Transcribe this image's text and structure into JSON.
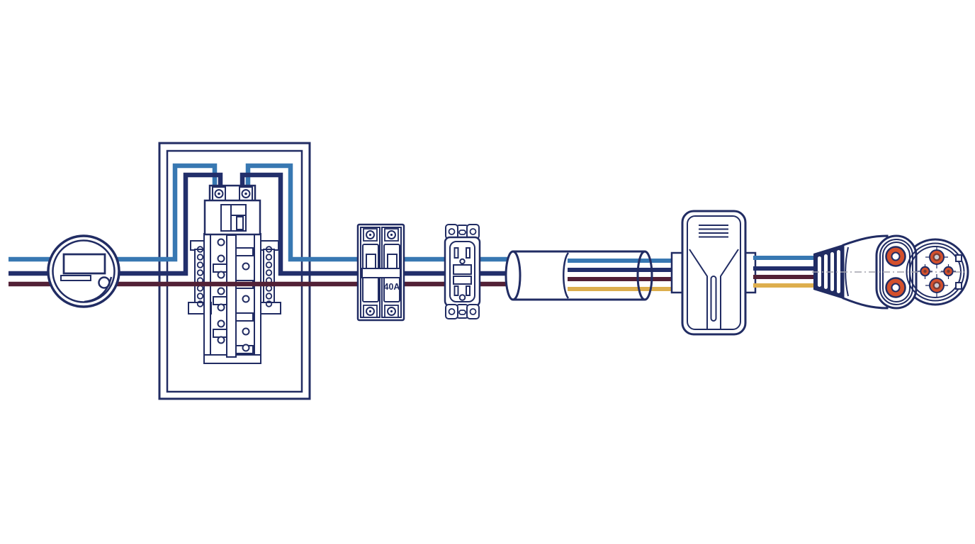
{
  "diagram": {
    "breaker_label": "40A",
    "components": [
      {
        "name": "utility-meter"
      },
      {
        "name": "main-breaker-panel"
      },
      {
        "name": "double-pole-breaker",
        "label": "40A"
      },
      {
        "name": "gfci-outlet"
      },
      {
        "name": "conduit"
      },
      {
        "name": "ev-charger-evse"
      },
      {
        "name": "ev-charging-connector"
      }
    ],
    "wires": [
      {
        "name": "hot-wire-blue",
        "color_key": "wire_blue"
      },
      {
        "name": "hot-wire-navy",
        "color_key": "wire_navy"
      },
      {
        "name": "neutral-wire-maroon",
        "color_key": "wire_maroon"
      },
      {
        "name": "ground-wire-yellow",
        "color_key": "wire_yellow"
      }
    ],
    "colors": {
      "outline": "#212c63",
      "wire_blue": "#3878b2",
      "wire_navy": "#222f6b",
      "wire_maroon": "#522036",
      "wire_yellow": "#ddae4e",
      "pin_orange": "#d4502c",
      "pin_ring": "#7a3c34",
      "pin_core": "#c9ccd4",
      "centerline": "#a0a0ac",
      "background": "#ffffff"
    }
  }
}
